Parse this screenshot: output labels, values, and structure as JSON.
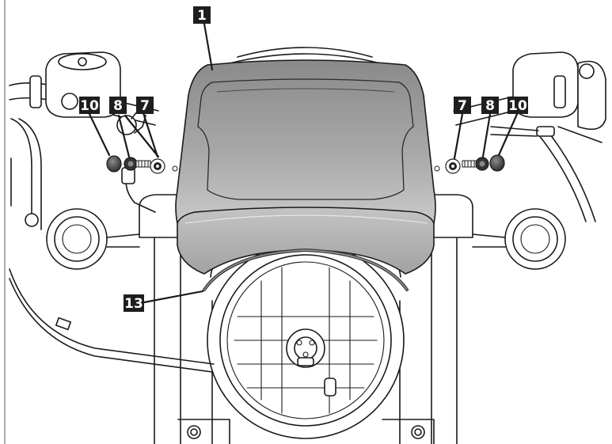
{
  "callouts": {
    "windscreen": "1",
    "left_washer": "7",
    "left_screw": "8",
    "left_cap": "10",
    "right_washer": "7",
    "right_screw": "8",
    "right_cap": "10",
    "trim_strip": "13"
  },
  "colors": {
    "label_bg": "#1e1e1e",
    "label_text": "#ffffff",
    "screen_top": "#8f8f8f",
    "screen_bottom": "#c9c9c9",
    "line": "#1a1a1a"
  }
}
